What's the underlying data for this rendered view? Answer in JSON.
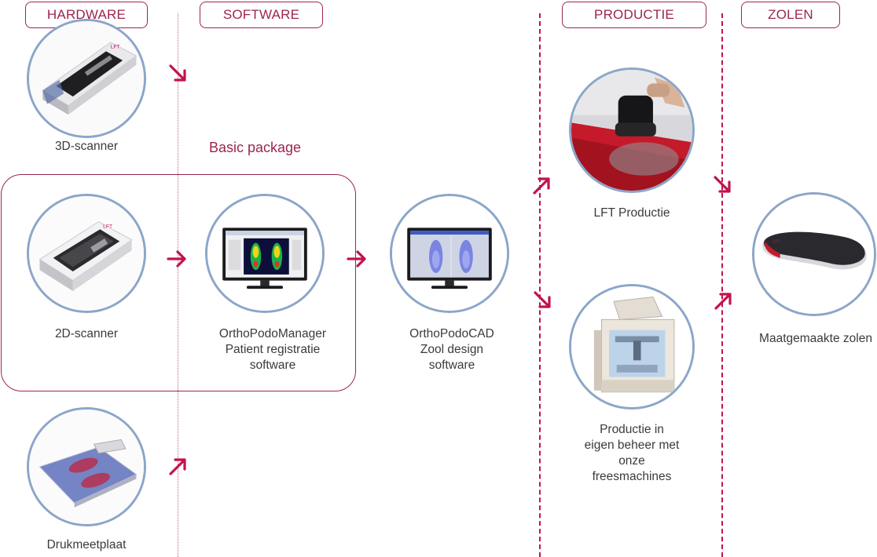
{
  "columns": [
    {
      "id": "hardware",
      "label": "HARDWARE"
    },
    {
      "id": "software",
      "label": "SOFTWARE"
    },
    {
      "id": "productie",
      "label": "PRODUCTIE"
    },
    {
      "id": "zolen",
      "label": "ZOLEN"
    }
  ],
  "package_label": "Basic package",
  "nodes": {
    "scanner3d": {
      "label": "3D-scanner"
    },
    "scanner2d": {
      "label": "2D-scanner"
    },
    "drukmeetplaat": {
      "label": "Drukmeetplaat"
    },
    "orthopodomanager": {
      "line1": "OrthoPodoManager",
      "line2": "Patient registratie",
      "line3": "software"
    },
    "orthopodocad": {
      "line1": "OrthoPodoCAD",
      "line2": "Zool design",
      "line3": "software"
    },
    "lft_productie": {
      "label": "LFT Productie"
    },
    "eigen_productie": {
      "line1": "Productie in",
      "line2": "eigen beheer met",
      "line3": "onze",
      "line4": "freesmachines"
    },
    "zolen": {
      "label": "Maatgemaakte zolen"
    }
  },
  "icon_names": [
    "scanner-3d-image",
    "scanner-2d-image",
    "pressure-plate-image",
    "monitor-footprint-image",
    "monitor-cad-image",
    "milling-brush-image",
    "milling-machine-image",
    "insole-image"
  ],
  "colors": {
    "accent": "#9c2452",
    "arrow": "#c0134f",
    "circle_border": "#8ba6c9"
  }
}
